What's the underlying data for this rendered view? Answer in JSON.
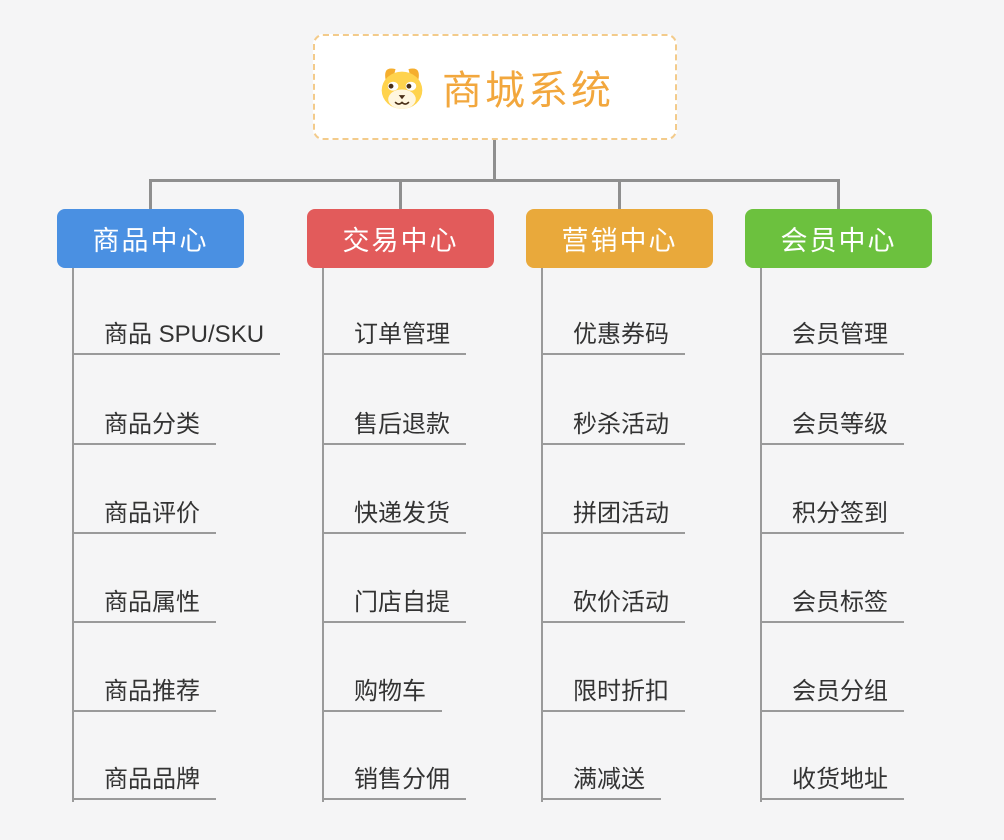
{
  "root": {
    "title": "商城系统",
    "icon": "dog-logo-icon",
    "accent_color": "#F2A73D",
    "border_color": "#F3CB8B"
  },
  "background_color": "#F5F5F6",
  "connector_color": "#8F8F8F",
  "branches": [
    {
      "label": "商品中心",
      "color": "#4A90E2",
      "children": [
        "商品 SPU/SKU",
        "商品分类",
        "商品评价",
        "商品属性",
        "商品推荐",
        "商品品牌"
      ]
    },
    {
      "label": "交易中心",
      "color": "#E25B5B",
      "children": [
        "订单管理",
        "售后退款",
        "快递发货",
        "门店自提",
        "购物车",
        "销售分佣"
      ]
    },
    {
      "label": "营销中心",
      "color": "#E9A93B",
      "children": [
        "优惠券码",
        "秒杀活动",
        "拼团活动",
        "砍价活动",
        "限时折扣",
        "满减送"
      ]
    },
    {
      "label": "会员中心",
      "color": "#6CC13E",
      "children": [
        "会员管理",
        "会员等级",
        "积分签到",
        "会员标签",
        "会员分组",
        "收货地址"
      ]
    }
  ]
}
